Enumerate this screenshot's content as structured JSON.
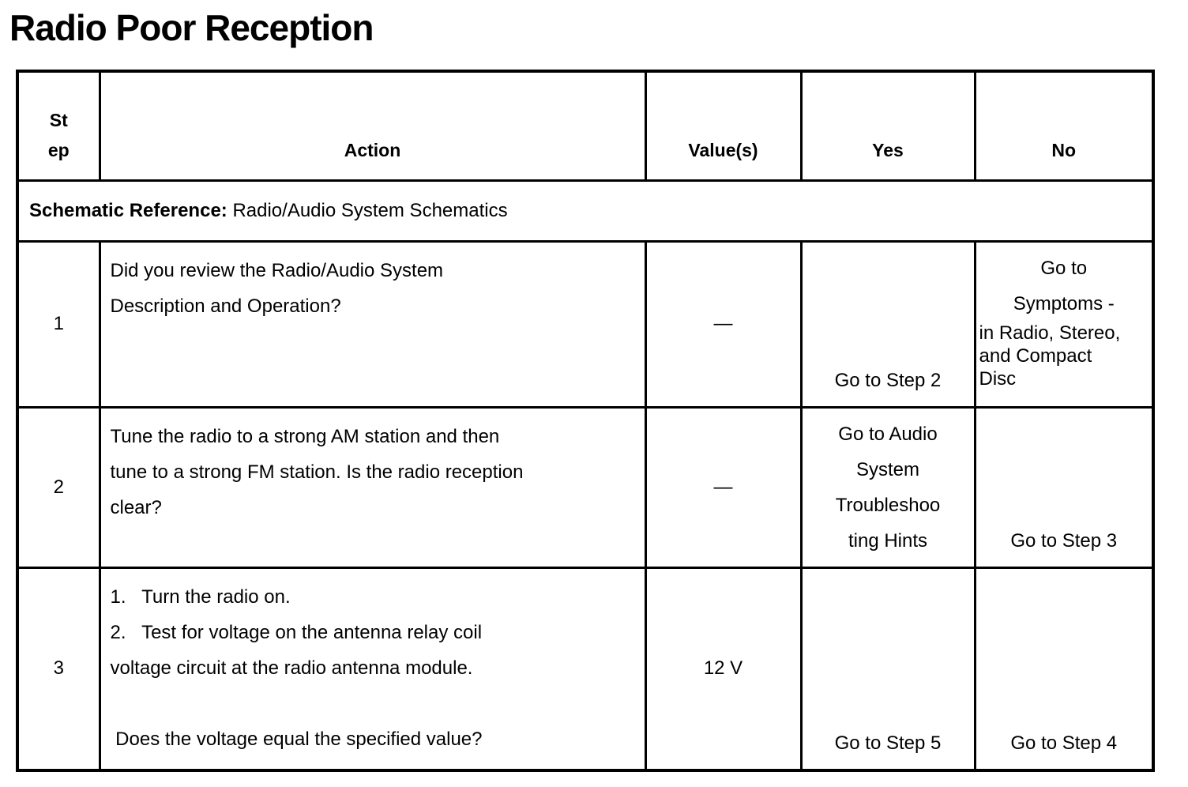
{
  "title": "Radio Poor Reception",
  "table": {
    "headers": {
      "step": "St\nep",
      "action": "Action",
      "values": "Value(s)",
      "yes": "Yes",
      "no": "No"
    },
    "schematic": {
      "label": "Schematic Reference:",
      "value": " Radio/Audio System Schematics"
    },
    "rows": [
      {
        "step": "1",
        "action": "Did you review the Radio/Audio System\nDescription and Operation?",
        "value": "—",
        "yes": "Go to Step 2",
        "no_centered": "Go to\nSymptoms -",
        "no_left": "in Radio, Stereo,\nand Compact\nDisc"
      },
      {
        "step": "2",
        "action": "Tune the radio to a strong AM station and then\ntune to a strong FM station. Is the radio reception\nclear?",
        "value": "—",
        "yes": "Go to Audio\nSystem\nTroubleshoo\nting Hints",
        "no": "Go to Step 3"
      },
      {
        "step": "3",
        "action": "1.   Turn the radio on.\n2.   Test for voltage on the antenna relay coil\nvoltage circuit at the radio antenna module.\n\n Does the voltage equal the specified value?",
        "value": "12 V",
        "yes": "Go to Step 5",
        "no": "Go to Step 4"
      }
    ]
  },
  "colors": {
    "text": "#000000",
    "border": "#000000",
    "background": "#ffffff"
  }
}
